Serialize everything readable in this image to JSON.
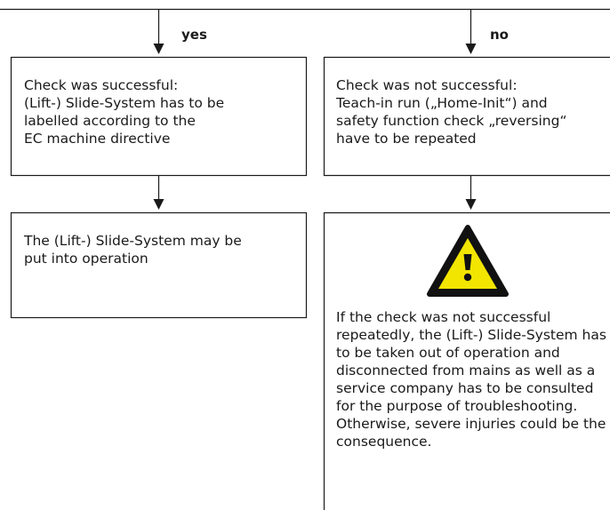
{
  "branches": {
    "yes_label": "yes",
    "no_label": "no"
  },
  "boxes": {
    "success": {
      "text": "Check was successful:\n(Lift-) Slide-System has to be\nlabelled according to the\nEC machine directive"
    },
    "failure": {
      "text": "Check was not successful:\nTeach-in run („Home-Init“) and\nsafety function check „reversing“\nhave to be repeated"
    },
    "operation": {
      "text": "The (Lift-) Slide-System may be\nput into operation"
    },
    "warning": {
      "icon": "warning-triangle-icon",
      "icon_color": "#f2e500",
      "text": "If the check was not successful repeatedly, the (Lift-) Slide-System has to be taken out of operation and disconnected from mains as well as a service company has to be consulted for the purpose of troubleshooting. Otherwise, severe injuries could be the consequence."
    }
  }
}
